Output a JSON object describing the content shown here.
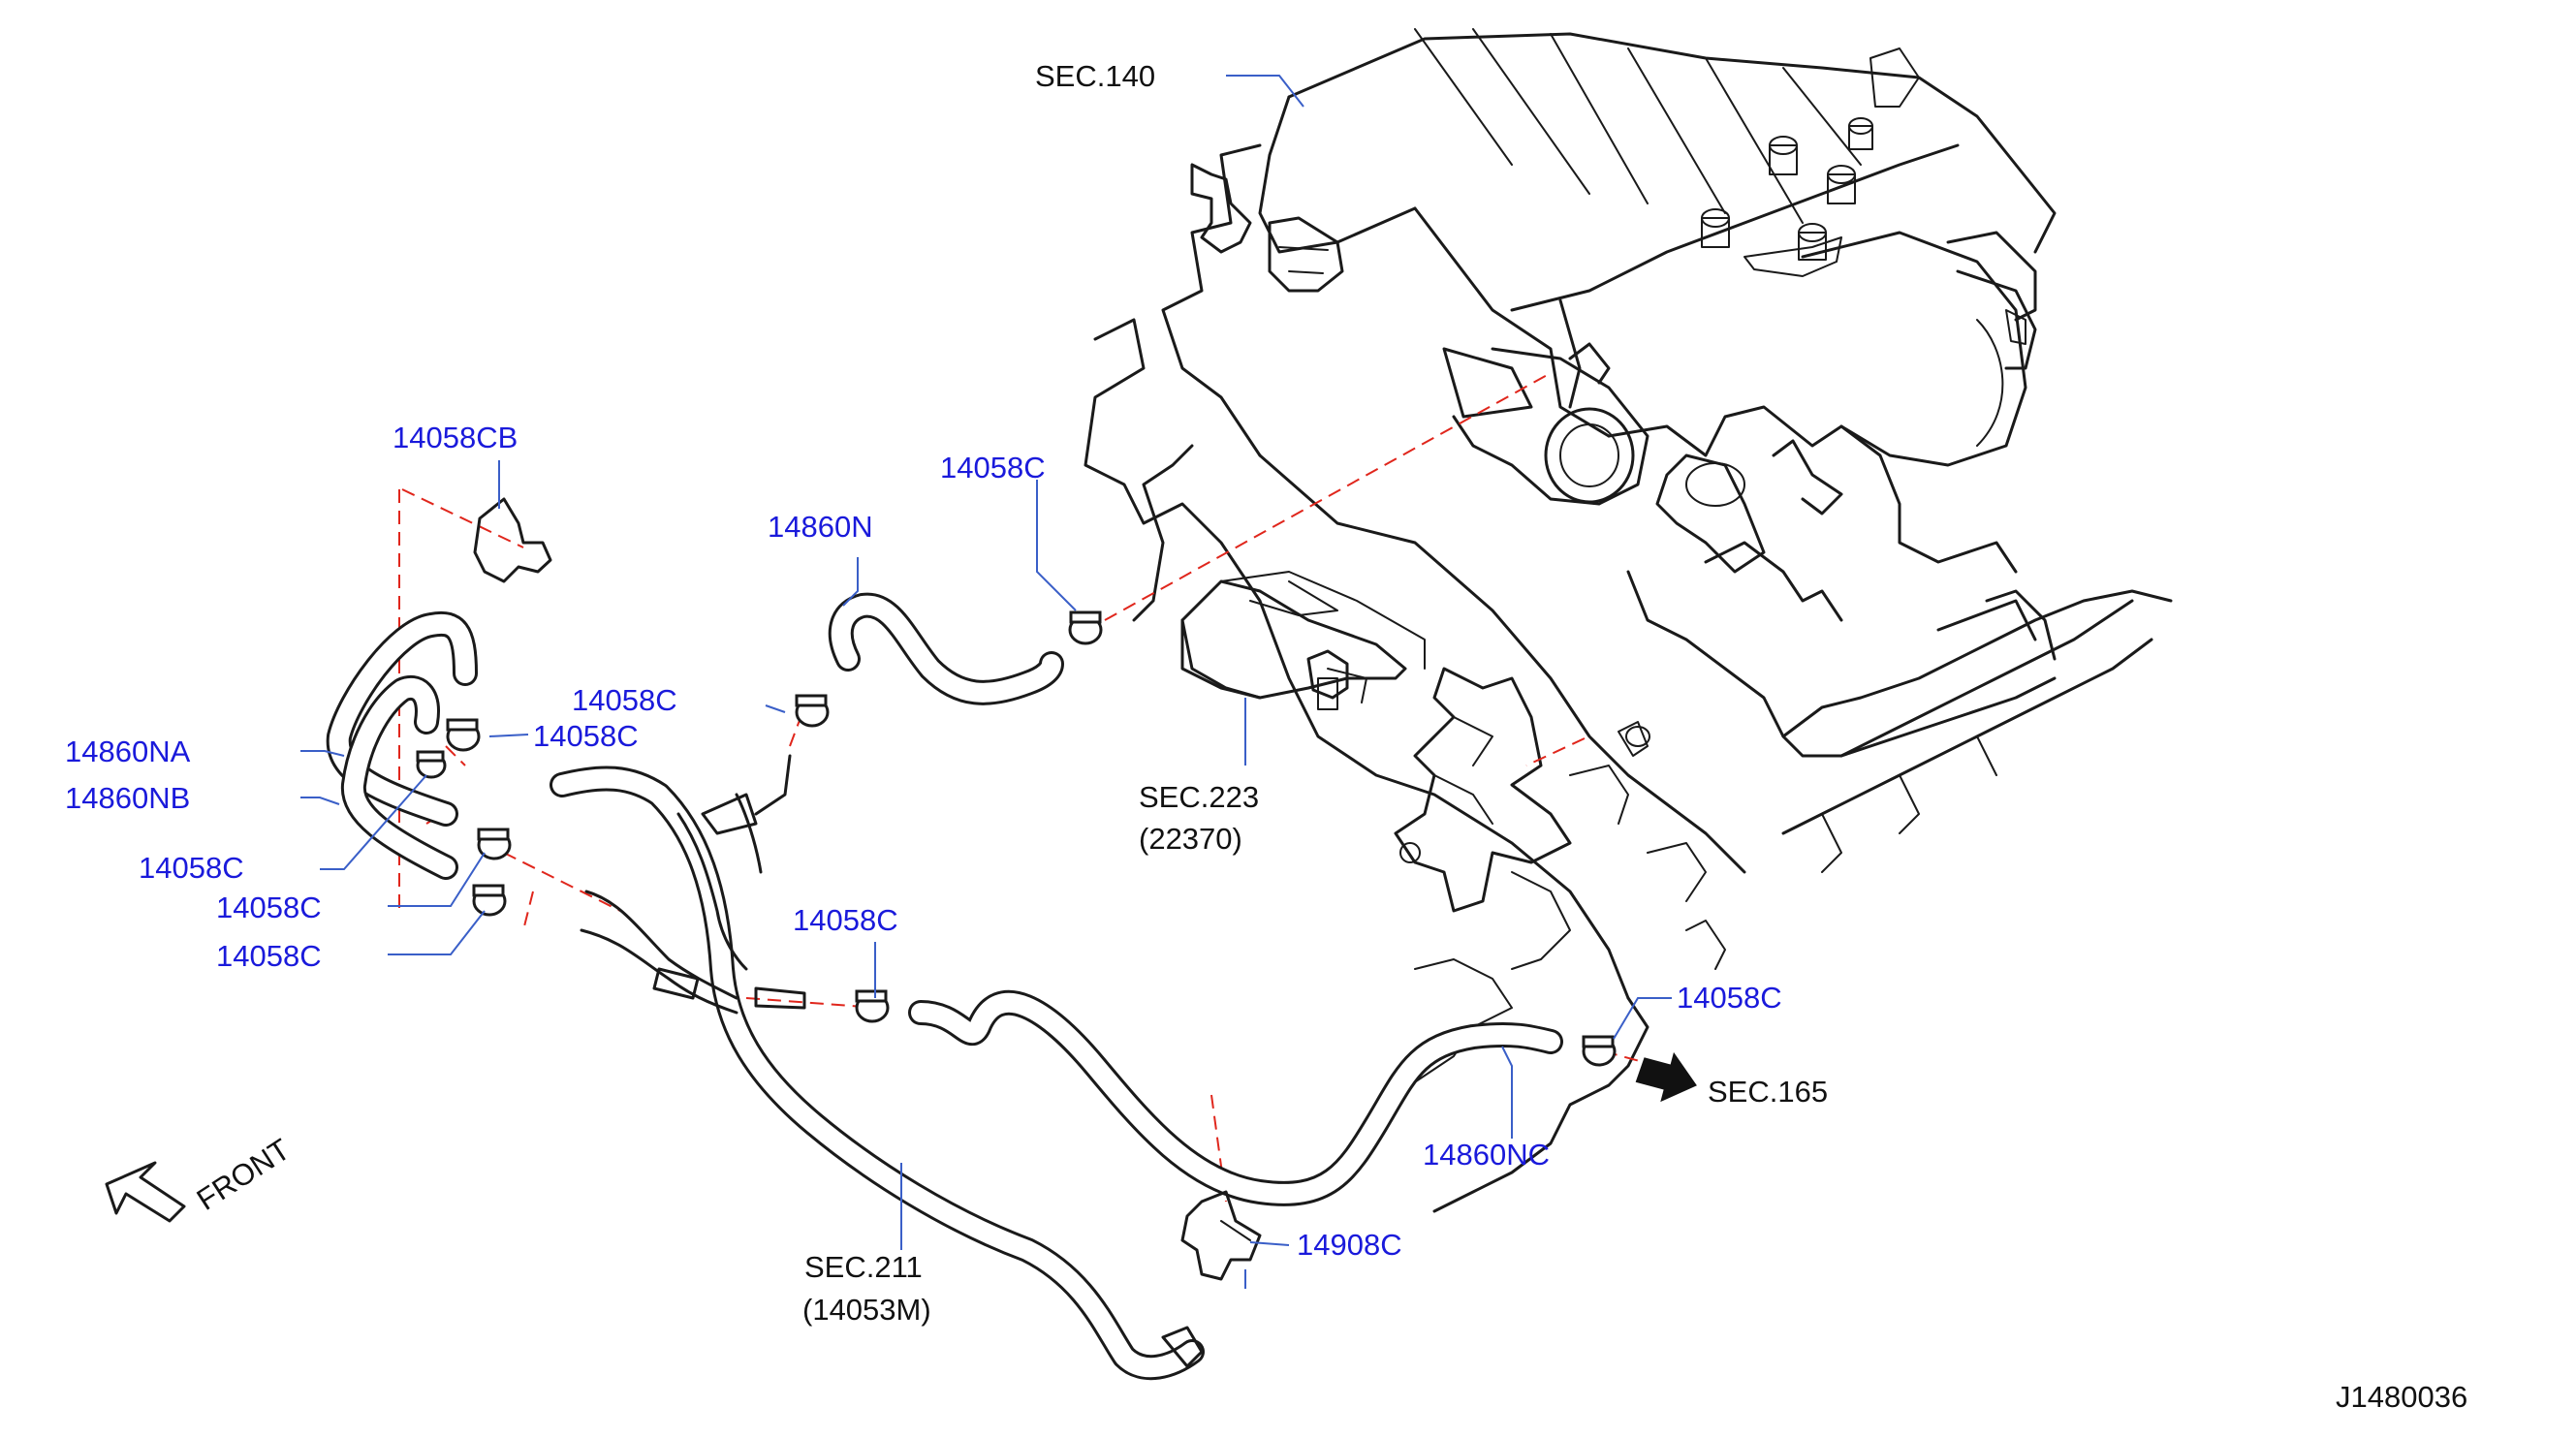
{
  "diagram": {
    "ref_code": "J1480036",
    "front_label": "FRONT",
    "colors": {
      "part_number": "#1a1adb",
      "section_ref": "#111111",
      "dash_line": "#e0261c",
      "leader": "#3a5fc8"
    },
    "labels": {
      "sec140": "SEC.140",
      "p14058cb": "14058CB",
      "p14058c_top": "14058C",
      "p14860n": "14860N",
      "p14058c_mid1": "14058C",
      "p14058c_mid2": "14058C",
      "p14860na": "14860NA",
      "p14860nb": "14860NB",
      "p14058c_left1": "14058C",
      "p14058c_left2": "14058C",
      "p14058c_left3": "14058C",
      "sec223": "SEC.223",
      "sec223_sub": "(22370)",
      "p14058c_center": "14058C",
      "p14058c_right": "14058C",
      "sec165": "SEC.165",
      "p14860nc": "14860NC",
      "p14908c": "14908C",
      "sec211": "SEC.211",
      "sec211_sub": "(14053M)"
    }
  }
}
